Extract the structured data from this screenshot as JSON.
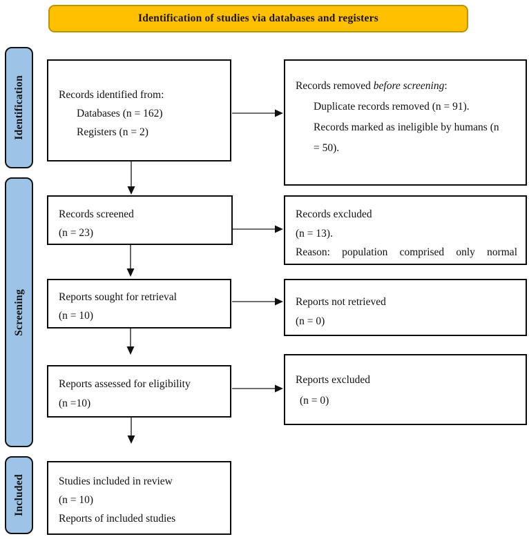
{
  "banner": {
    "title": "Identification of studies via databases and registers"
  },
  "sidebar": {
    "items": [
      {
        "label": "Identification"
      },
      {
        "label": "Screening"
      },
      {
        "label": "Included"
      }
    ]
  },
  "colors": {
    "banner_fill": "#FFC000",
    "banner_border": "#BF9000",
    "sidebar_fill": "#9DC3E6",
    "box_border": "#0A0A0A",
    "arrow": "#3F3F3F"
  },
  "boxes": {
    "records_identified": {
      "line1": "Records identified from:",
      "line2": "Databases (n = 162)",
      "line3": "Registers (n = 2)"
    },
    "records_removed": {
      "line1_prefix": "Records removed ",
      "line1_italic": "before screening",
      "line1_suffix": ":",
      "line2": "Duplicate records removed (n = 91).",
      "line3": "Records marked as ineligible by humans (n",
      "line4": "= 50)."
    },
    "records_screened": {
      "line1": "Records screened",
      "line2": "(n = 23)"
    },
    "records_excluded": {
      "line1": "Records excluded",
      "line2": "(n = 13).",
      "line3": "Reason: population comprised only normal"
    },
    "reports_sought": {
      "line1": "Reports sought for retrieval",
      "line2": "(n = 10)"
    },
    "reports_not_retrieved": {
      "line1": "Reports not retrieved",
      "line2": "(n = 0)"
    },
    "reports_assessed": {
      "line1": "Reports assessed for eligibility",
      "line2": "(n =10)"
    },
    "reports_excluded": {
      "line1": "Reports excluded",
      "line2": "(n = 0)"
    },
    "studies_included": {
      "line1": "Studies included in review",
      "line2": "(n = 10)",
      "line3": "Reports of included studies"
    }
  }
}
